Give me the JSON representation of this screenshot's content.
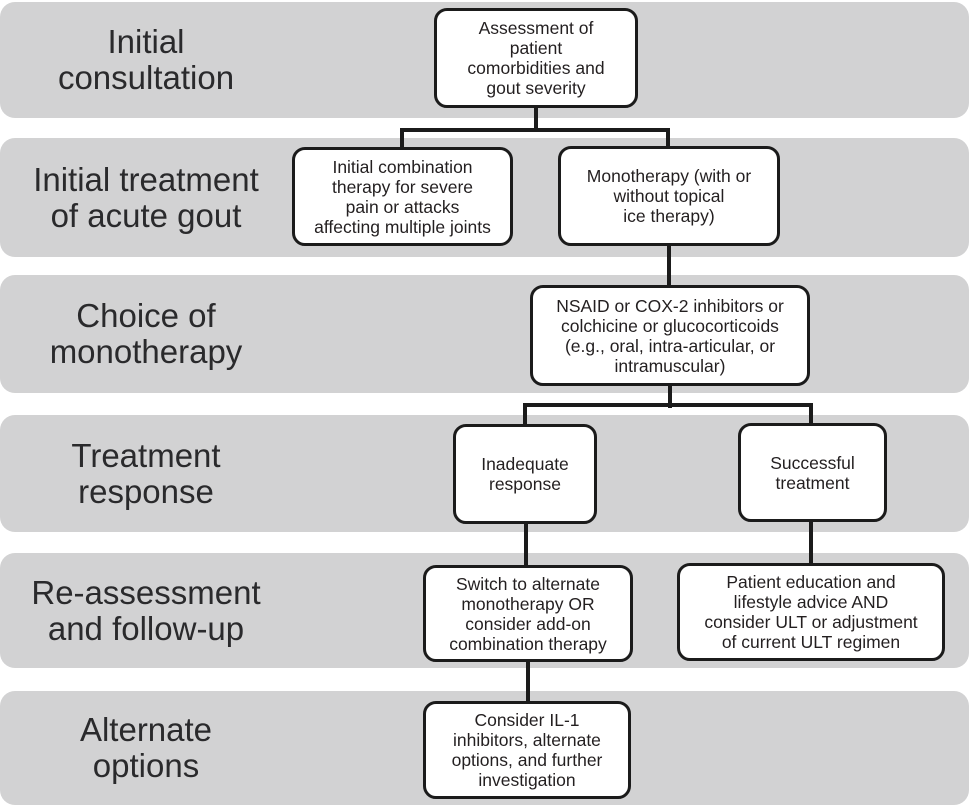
{
  "figure": {
    "stages": [
      {
        "id": "initial-consultation",
        "label": "Initial\nconsultation"
      },
      {
        "id": "initial-treatment",
        "label": "Initial treatment\nof acute gout"
      },
      {
        "id": "choice-of-monotherapy",
        "label": "Choice of\nmonotherapy"
      },
      {
        "id": "treatment-response",
        "label": "Treatment\nresponse"
      },
      {
        "id": "reassessment",
        "label": "Re-assessment\nand follow-up"
      },
      {
        "id": "alternate-options",
        "label": "Alternate\noptions"
      }
    ],
    "nodes": {
      "assessment": "Assessment of\npatient\ncomorbidities and\ngout severity",
      "combination": "Initial combination\ntherapy for severe\npain or attacks\naffecting multiple joints",
      "monotherapy": "Monotherapy (with or\nwithout topical\nice therapy)",
      "nsaid": "NSAID or COX-2 inhibitors or\ncolchicine or glucocorticoids\n(e.g., oral, intra-articular, or\nintramuscular)",
      "inadequate": "Inadequate\nresponse",
      "successful": "Successful\ntreatment",
      "switch": "Switch to alternate\nmonotherapy OR\nconsider add-on\ncombination therapy",
      "education": "Patient education and\nlifestyle advice AND\nconsider ULT or adjustment\nof current ULT regimen",
      "il1": "Consider IL-1\ninhibitors, alternate\noptions, and further\ninvestigation"
    },
    "colors": {
      "band_background": "#d2d2d3",
      "node_background": "#ffffff",
      "node_border": "#1b1b1b",
      "connector": "#1b1b1b",
      "text": "#231f20"
    }
  }
}
